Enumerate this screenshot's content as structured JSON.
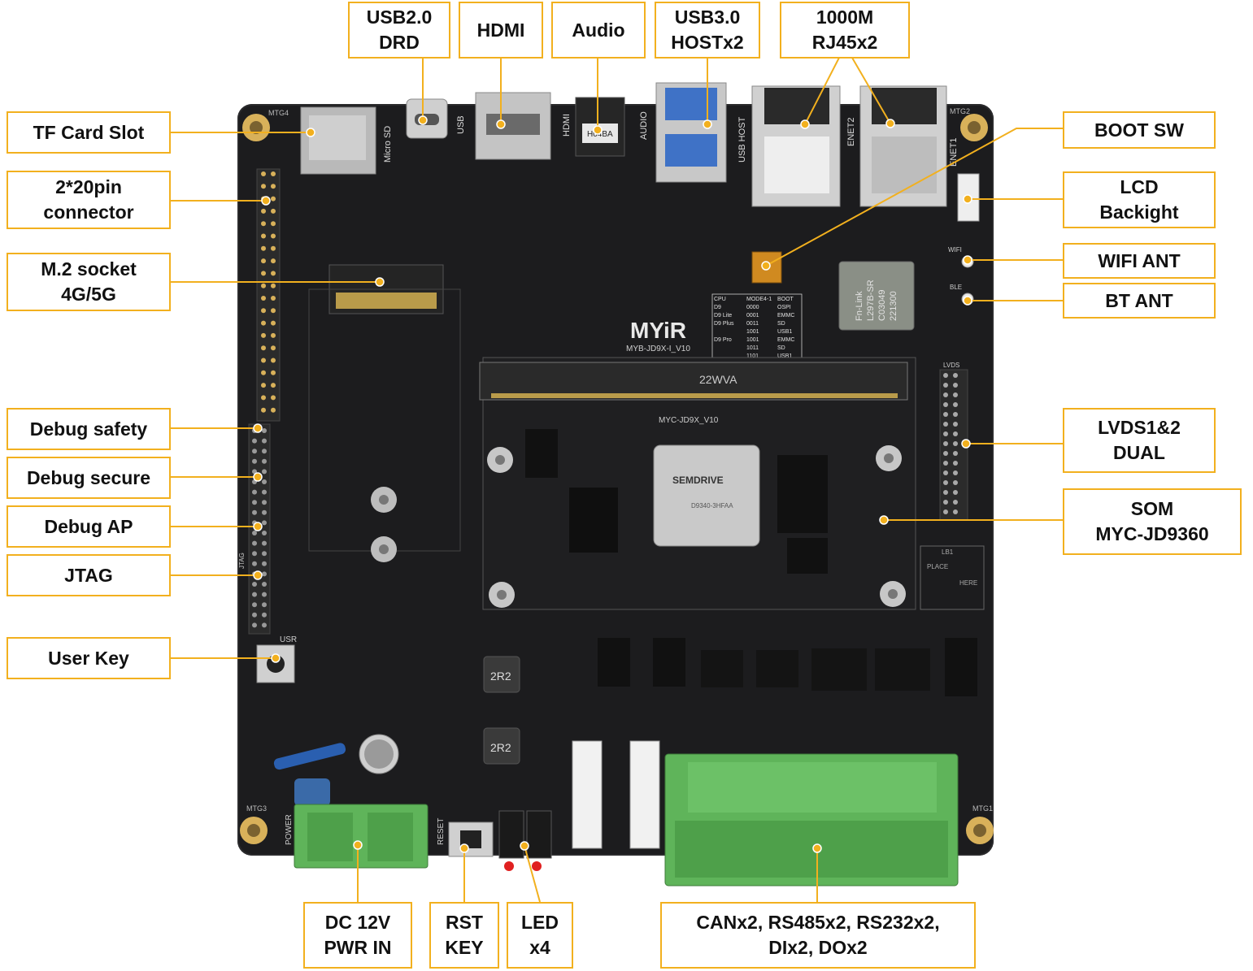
{
  "board": {
    "silkscreen_logo": "MYiR",
    "silkscreen_model": "MYB-JD9X-I_V10",
    "som_model": "MYC-JD9X_V10",
    "chip_brand": "SEMDRIVE",
    "chip_part": "D9340-3HFAA",
    "wifi_module": "Fn-Link\nL297B-SR\nC03049\n221300",
    "inductor_label": "2R2",
    "connector_label": "22WVA",
    "labels": {
      "mtg1": "MTG1",
      "mtg2": "MTG2",
      "mtg3": "MTG3",
      "mtg4": "MTG4",
      "micro_sd": "Micro SD",
      "usb": "USB",
      "hdmi": "HDMI",
      "audio": "AUDIO",
      "usb_host": "USB HOST",
      "enet2": "ENET2",
      "enet1": "ENET1",
      "jtag": "JTAG",
      "lvds": "LVDS",
      "usr": "USR",
      "reset": "RESET",
      "power": "POWER",
      "place": "PLACE",
      "here": "HERE",
      "lb1": "LB1",
      "wifi": "WIFI",
      "ble": "BLE"
    },
    "boot_table": {
      "headers": [
        "CPU",
        "MODE4-1",
        "BOOT"
      ],
      "rows": [
        [
          "D9",
          "0000",
          "OSPI"
        ],
        [
          "D9 Lite",
          "0001",
          "EMMC"
        ],
        [
          "D9 Plus",
          "0011",
          "SD"
        ],
        [
          "",
          "1001",
          "USB1"
        ],
        [
          "D9 Pro",
          "1001",
          "EMMC"
        ],
        [
          "",
          "1011",
          "SD"
        ],
        [
          "",
          "1101",
          "USB1"
        ]
      ]
    }
  },
  "callouts": {
    "usb20": "USB2.0\nDRD",
    "hdmi": "HDMI",
    "audio": "Audio",
    "usb30": "USB3.0\nHOSTx2",
    "rj45": "1000M\nRJ45x2",
    "tf_card": "TF Card Slot",
    "pin_connector": "2*20pin\nconnector",
    "m2_socket": "M.2 socket\n4G/5G",
    "debug_safety": "Debug safety",
    "debug_secure": "Debug secure",
    "debug_ap": "Debug AP",
    "jtag": "JTAG",
    "user_key": "User Key",
    "boot_sw": "BOOT SW",
    "lcd_backlight": "LCD\nBackight",
    "wifi_ant": "WIFI ANT",
    "bt_ant": "BT ANT",
    "lvds": "LVDS1&2\nDUAL",
    "som": "SOM\nMYC-JD9360",
    "dc_power": "DC 12V\nPWR IN",
    "rst_key": "RST\nKEY",
    "led": "LED\nx4",
    "terminal": "CANx2, RS485x2, RS232x2,\nDIx2, DOx2"
  },
  "colors": {
    "callout_border": "#f2b01e",
    "pcb": "#1c1c1e",
    "terminal_green": "#5fb45a",
    "silver": "#c9c9c9",
    "gold": "#d8b15a"
  }
}
